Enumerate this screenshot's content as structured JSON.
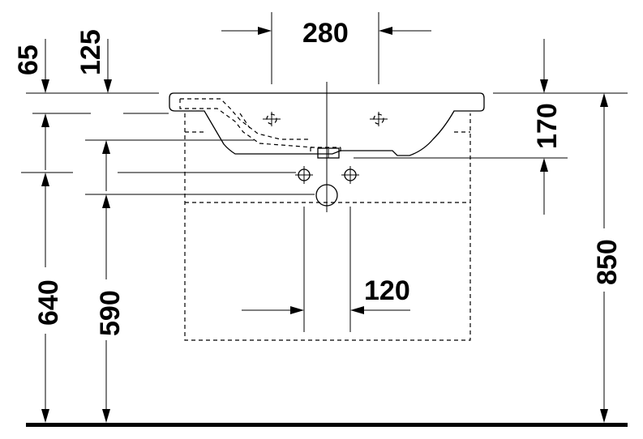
{
  "dimensions": {
    "d280": "280",
    "d65": "65",
    "d125": "125",
    "d170": "170",
    "d120": "120",
    "d640": "640",
    "d590": "590",
    "d850": "850"
  }
}
